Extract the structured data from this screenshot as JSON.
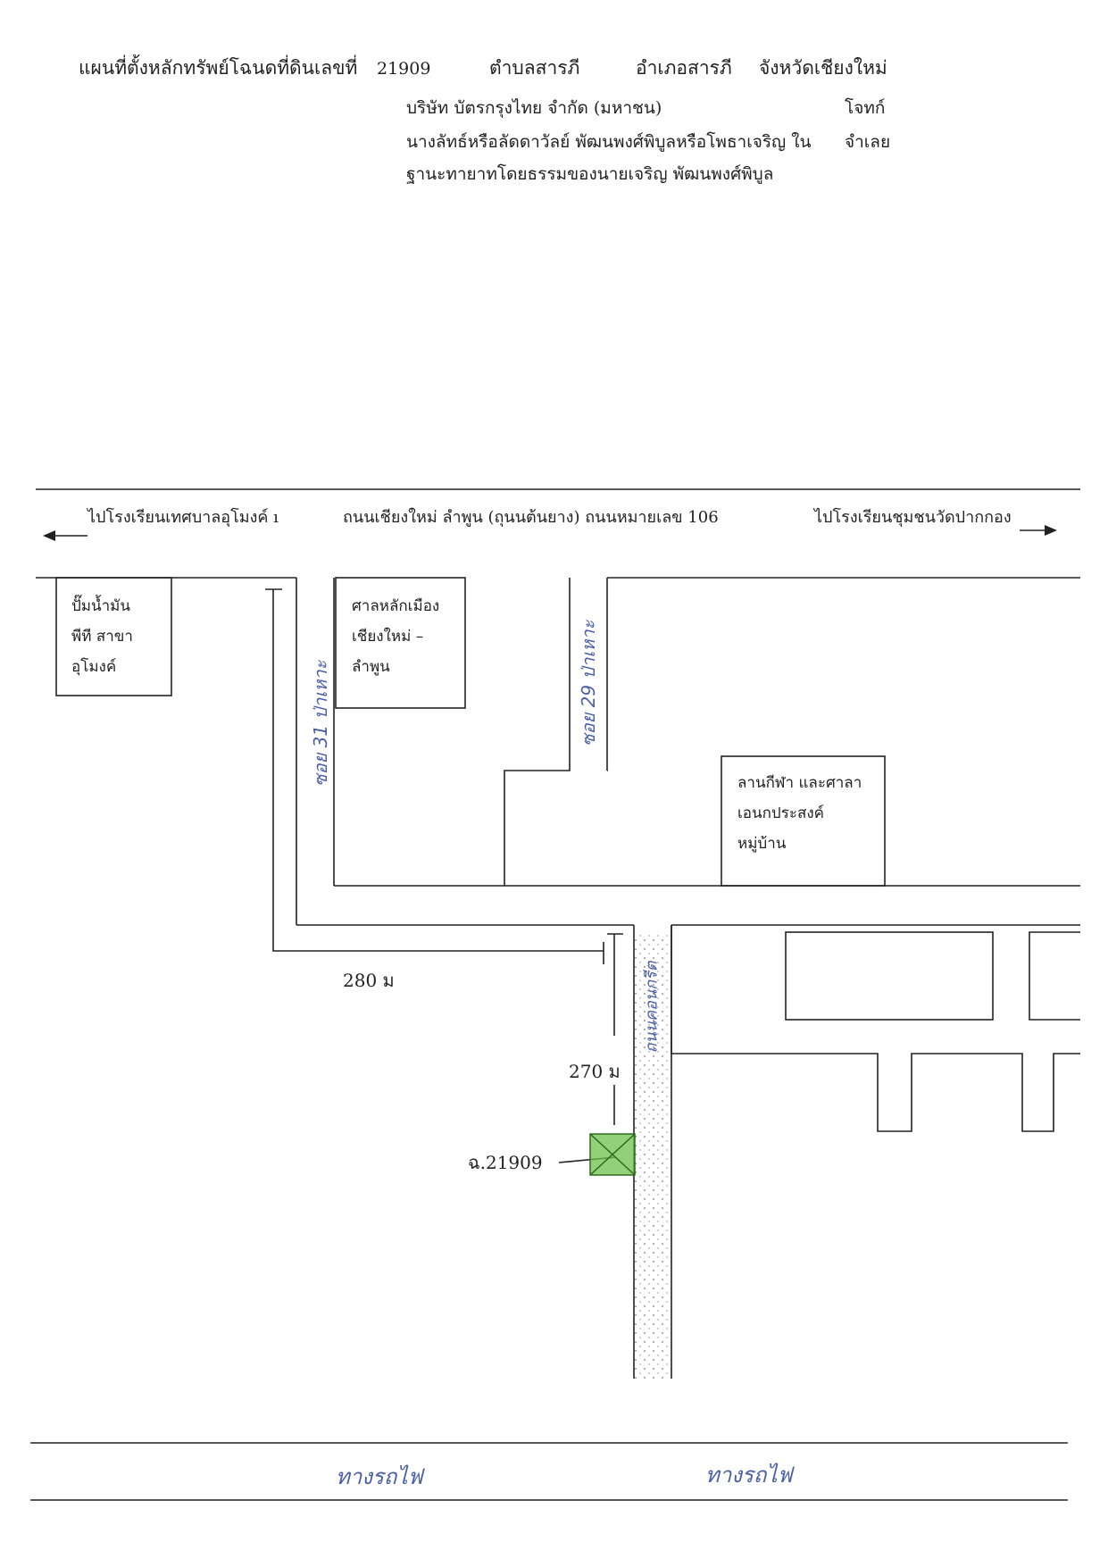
{
  "header": {
    "title": "แผนที่ตั้งหลักทรัพย์โฉนดที่ดินเลขที่",
    "deed_number": "21909",
    "subdistrict": "ตำบลสารภี",
    "district": "อำเภอสารภี",
    "province": "จังหวัดเชียงใหม่",
    "plaintiff": "บริษัท บัตรกรุงไทย จำกัด (มหาชน)",
    "plaintiff_role": "โจทก์",
    "defendant_line1": "นางลัทธ์หรือลัดดาวัลย์ พัฒนพงศ์พิบูลหรือโพธาเจริญ ใน",
    "defendant_role": "จำเลย",
    "defendant_line2": "ฐานะทายาทโดยธรรมของนายเจริญ พัฒนพงศ์พิบูล"
  },
  "map": {
    "road_left": "ไปโรงเรียนเทศบาลอุโมงค์ ı",
    "road_center": "ถนนเชียงใหม่ ลำพูน (ถุนนต้นยาง) ถนนหมายเลข 106",
    "road_right": "ไปโรงเรียนชุมชนวัดปากกอง",
    "gas_station": [
      "ปั๊มน้ำมัน",
      "พีที สาขา",
      "อุโมงค์"
    ],
    "shrine": [
      "ศาลหลักเมือง",
      "เชียงใหม่ –",
      "ลำพูน"
    ],
    "sports_ground": [
      "ลานกีฬา และศาลา",
      "เอนกประสงค์",
      "หมู่บ้าน"
    ],
    "soi_31": "ซอย 31 ป่าเหาะ",
    "soi_29": "ซอย 29 ป่าเหาะ",
    "concrete_road": "ถนนคอนกรีต",
    "distance_horizontal": "280 ม",
    "distance_vertical": "270 ม",
    "parcel_label": "ฉ.21909",
    "railway_left": "ทางรถไฟ",
    "railway_right": "ทางรถไฟ",
    "parcel_color": "#6cc24a"
  }
}
